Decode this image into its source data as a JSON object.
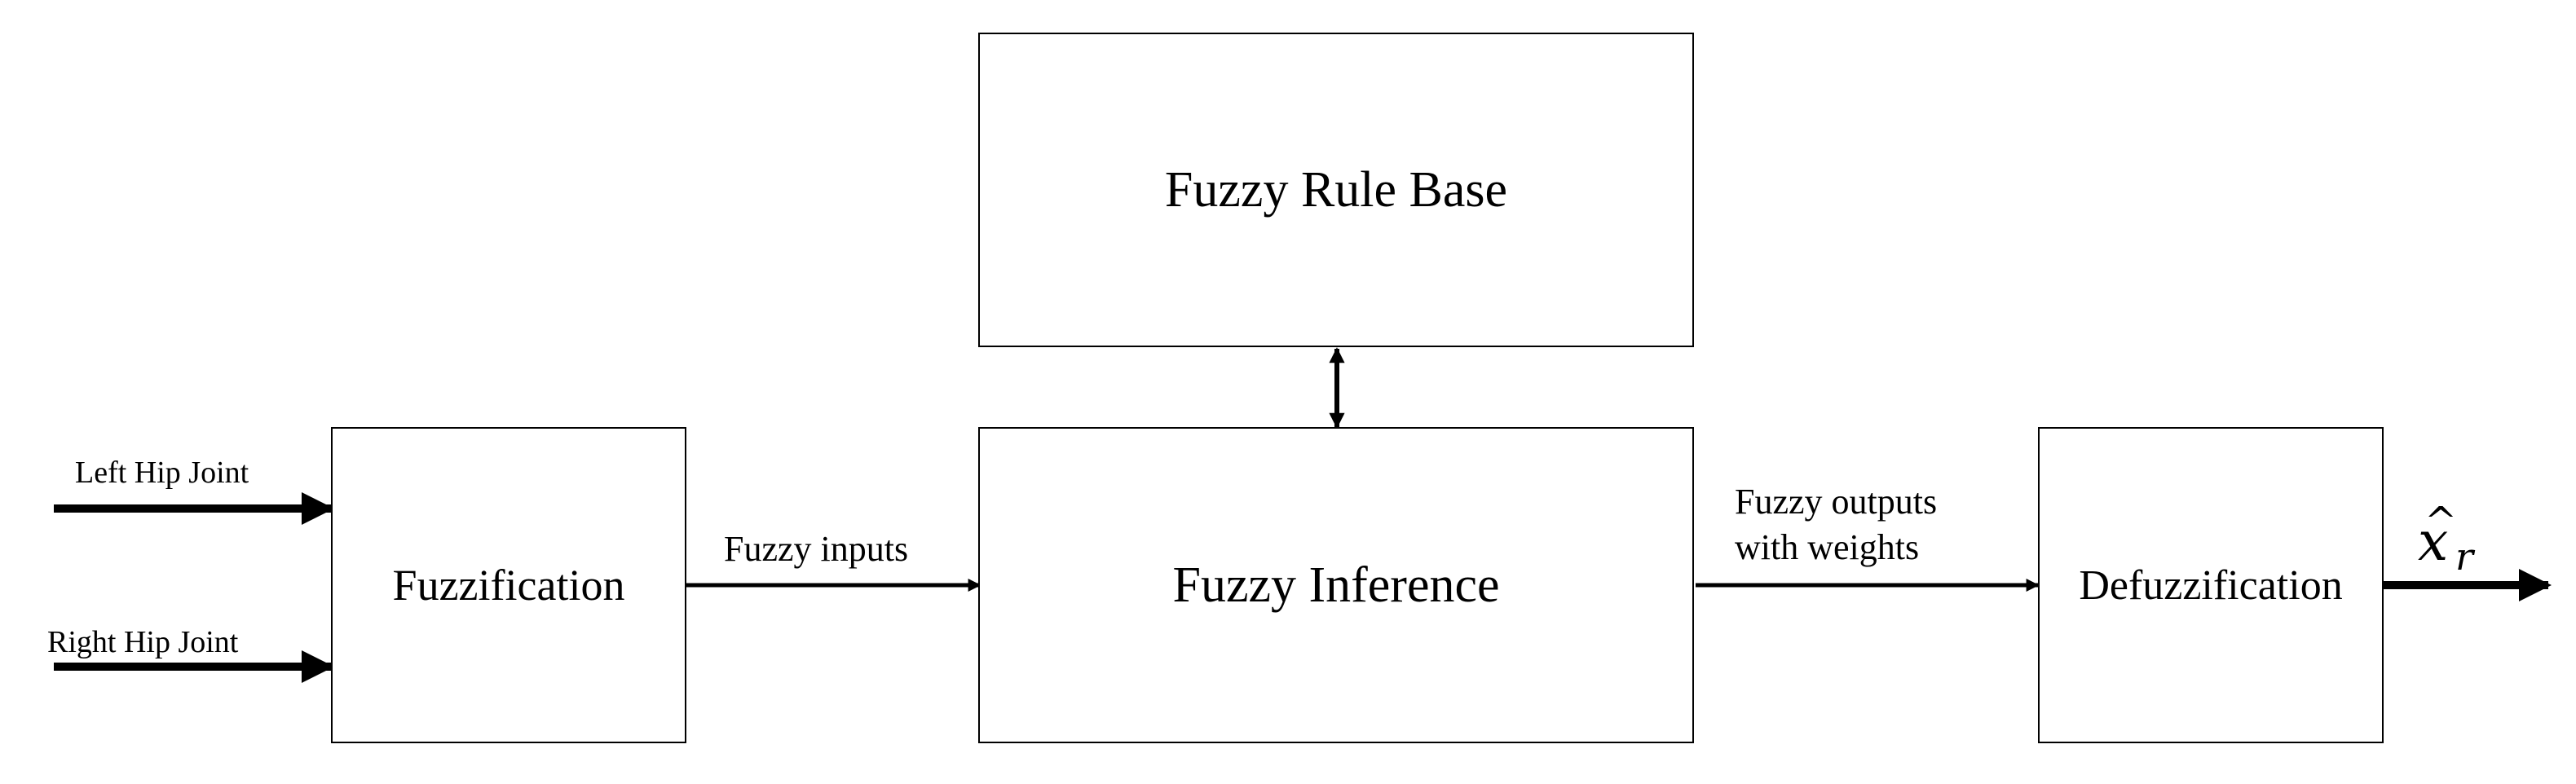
{
  "blocks": {
    "rule_base": "Fuzzy Rule Base",
    "fuzzification": "Fuzzification",
    "inference": "Fuzzy Inference",
    "defuzzification": "Defuzzification"
  },
  "inputs": {
    "left": "Left Hip Joint",
    "right": "Right Hip Joint"
  },
  "edges": {
    "fuzzy_inputs": "Fuzzy inputs",
    "fuzzy_outputs_line1": "Fuzzy outputs",
    "fuzzy_outputs_line2": "with weights"
  },
  "output": {
    "hat": "^",
    "symbol": "x",
    "subscript": "r"
  },
  "colors": {
    "stroke": "#000000",
    "background": "#ffffff"
  }
}
